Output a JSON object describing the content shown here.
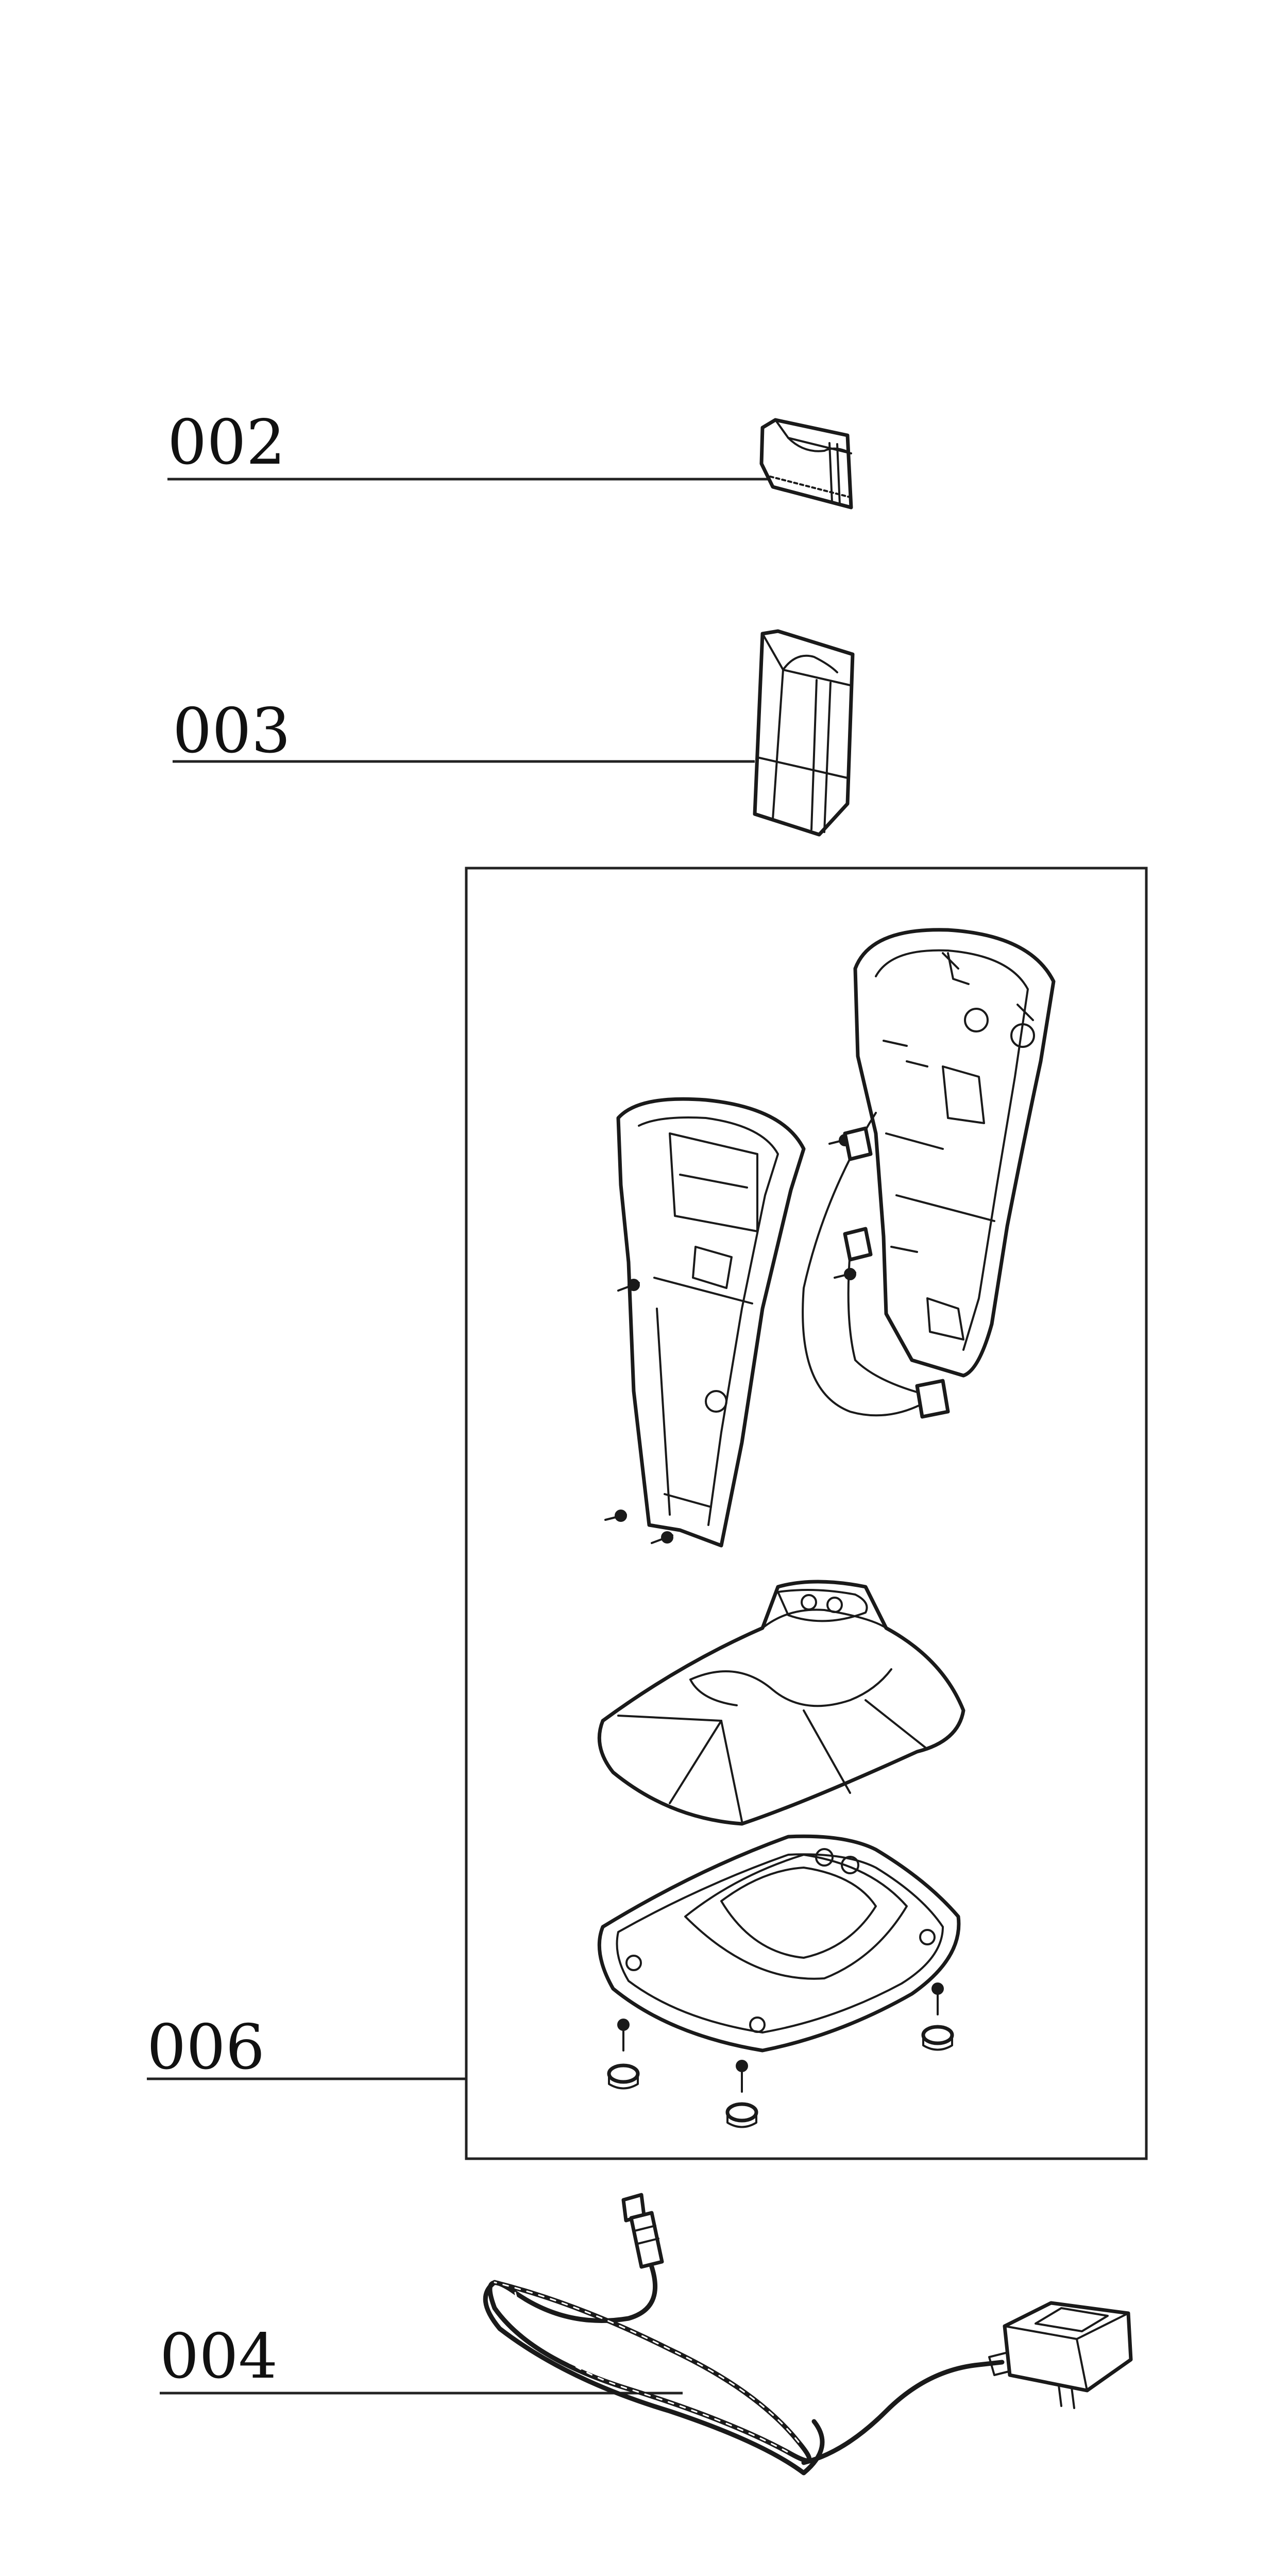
{
  "parts": [
    {
      "id": "002",
      "label": "002"
    },
    {
      "id": "003",
      "label": "003"
    },
    {
      "id": "006",
      "label": "006"
    },
    {
      "id": "004",
      "label": "004"
    }
  ],
  "colors": {
    "ink": "#1a1a1a",
    "background": "#ffffff"
  }
}
